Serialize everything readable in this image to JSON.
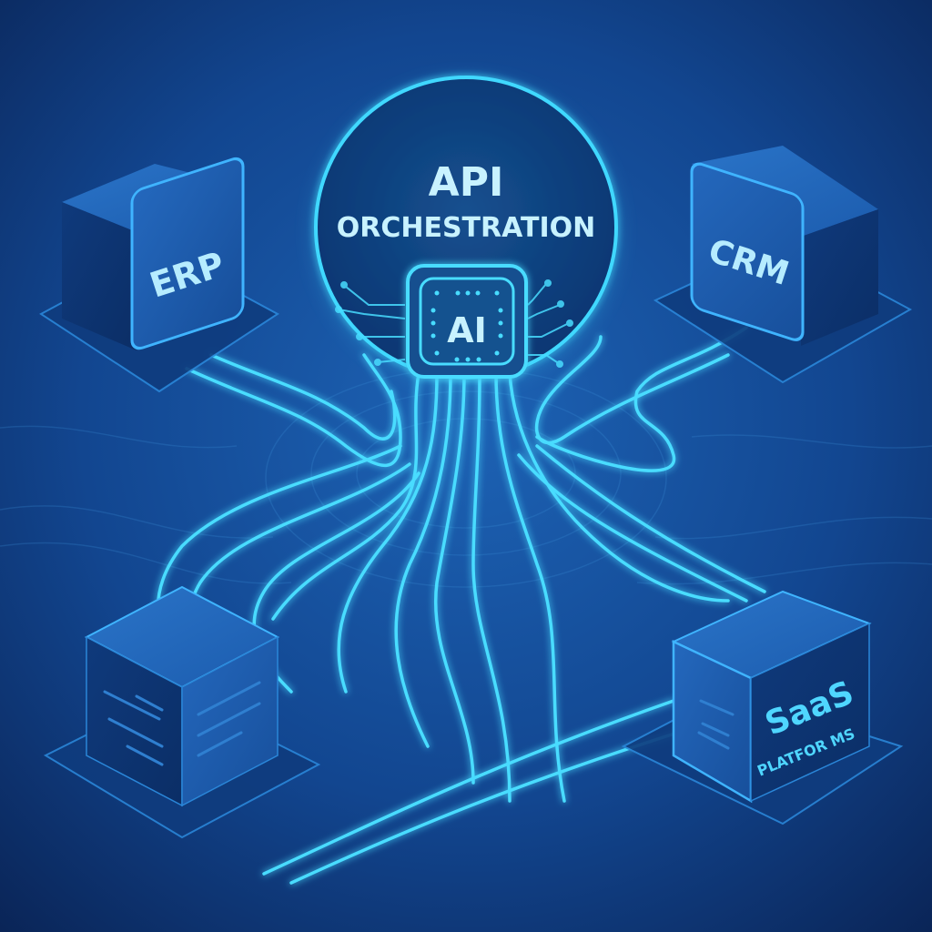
{
  "diagram": {
    "hub": {
      "title": "API",
      "subtitle": "ORCHESTRATION",
      "chip_label": "AI"
    },
    "nodes": [
      {
        "id": "erp",
        "label": "ERP",
        "position": "top-left"
      },
      {
        "id": "crm",
        "label": "CRM",
        "position": "top-right"
      },
      {
        "id": "unlabeled",
        "label": "",
        "position": "bottom-left"
      },
      {
        "id": "saas",
        "label": "SaaS",
        "sublabel": "PLATFOR MS",
        "position": "bottom-right"
      }
    ],
    "colors": {
      "background_center": "#1a5aa8",
      "background_edge": "#0a2456",
      "glow": "#3fe0ff",
      "line": "#44d8ff",
      "cube_face": "#1b5bb0",
      "cube_dark": "#0d3a7a",
      "text": "#bfefff"
    }
  }
}
